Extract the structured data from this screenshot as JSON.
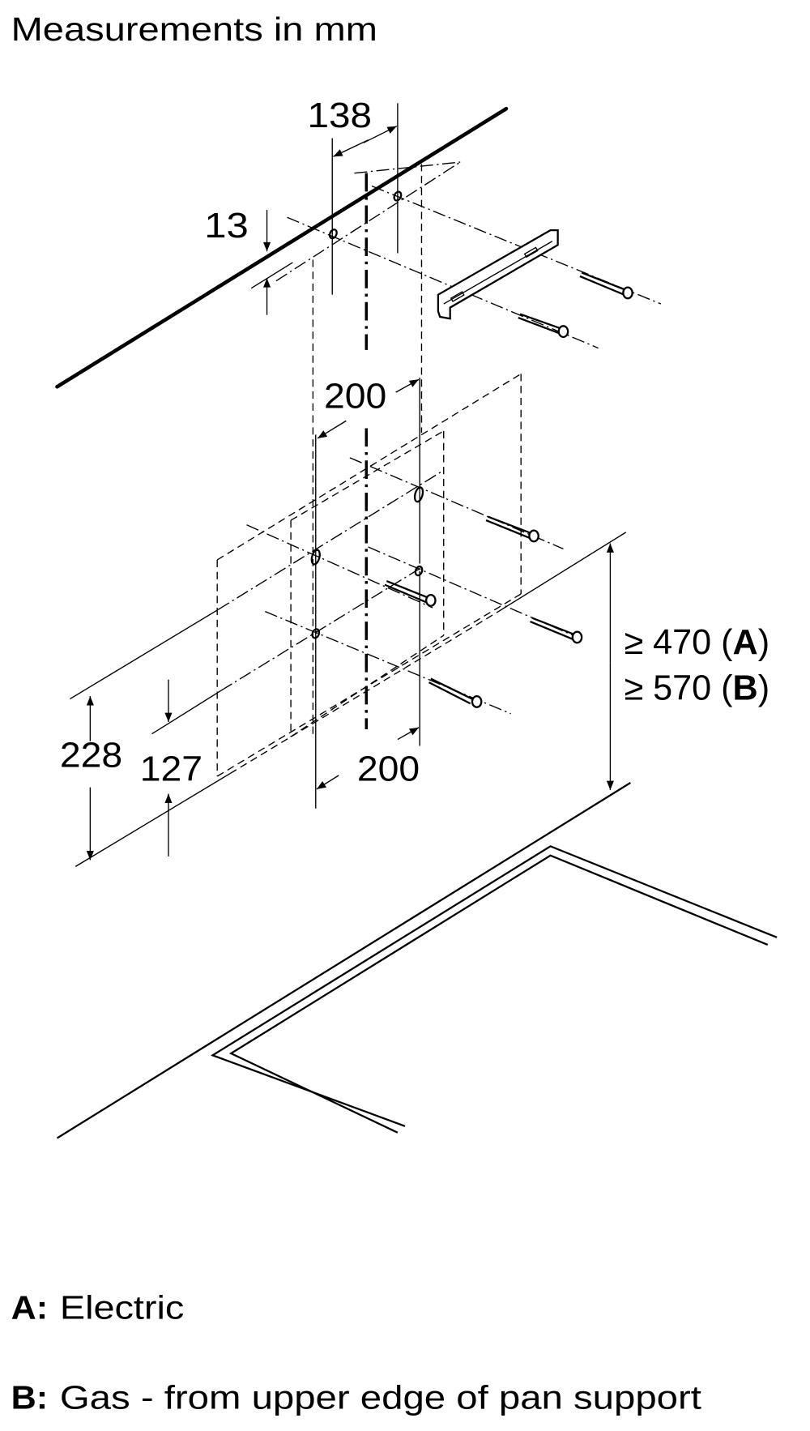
{
  "title": "Measurements in mm",
  "dimensions": {
    "wall_hole_spacing": "138",
    "hole_offset_from_ceiling_line": "13",
    "upper_keyhole_spacing": "200",
    "lower_hole_spacing": "200",
    "hood_top_height": "228",
    "hole_height": "127"
  },
  "clearances": [
    {
      "prefix": "≥ 470 (",
      "key": "A",
      "suffix": ")"
    },
    {
      "prefix": "≥ 570 (",
      "key": "B",
      "suffix": ")"
    }
  ],
  "legend": [
    {
      "key": "A:",
      "text": "Electric"
    },
    {
      "key": "B:",
      "text": "Gas - from upper edge of pan support"
    }
  ],
  "icons": [
    "wall-bracket-icon",
    "screw-icon",
    "hob-icon"
  ]
}
